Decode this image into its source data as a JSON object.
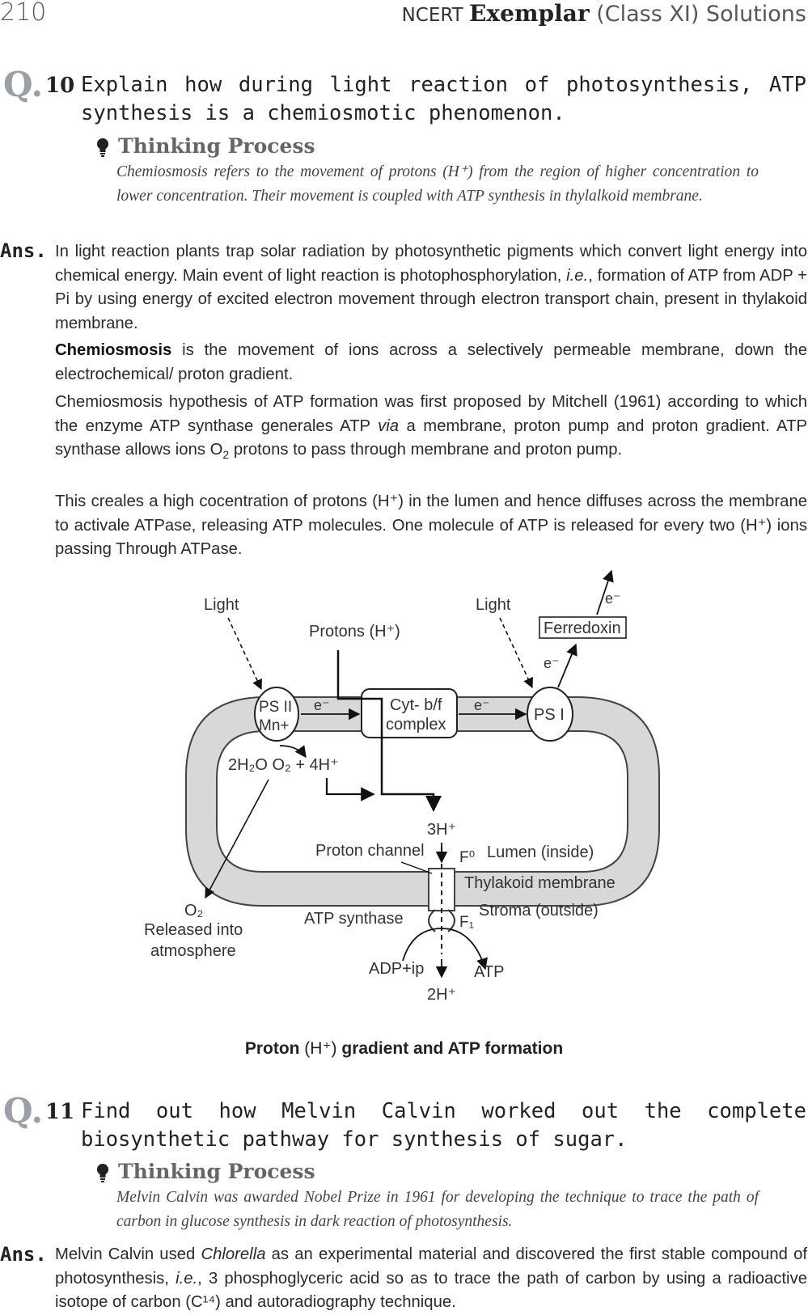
{
  "header": {
    "page_number": "210",
    "title_part1": "NCERT ",
    "title_part2": "Exemplar",
    "title_part3": " (Class XI) Solutions"
  },
  "q10": {
    "letter": "Q.",
    "number": "10",
    "text": "Explain how during light reaction of photosynthesis, ATP synthesis is a chemiosmotic phenomenon.",
    "thinking_title": "Thinking Process",
    "thinking_text": "Chemiosmosis refers to the movement of protons (H⁺) from the region of higher concentration to lower concentration. Their movement is coupled with ATP synthesis in thylalkoid membrane.",
    "ans_label": "Ans.",
    "ans_p1_a": "In light reaction plants trap solar radiation by photosynthetic pigments which convert light energy into chemical energy. Main event of light reaction is photophosphorylation, ",
    "ans_p1_ie": "i.e.",
    "ans_p1_b": ", formation of ATP from ADP + Pi by using energy of excited electron movement through electron transport chain, present in thylakoid membrane.",
    "ans_p2_bold": "Chemiosmosis",
    "ans_p2_rest": " is the movement of ions across a selectively permeable membrane, down the electrochemical/ proton gradient.",
    "ans_p3_a": "Chemiosmosis hypothesis of ATP formation was first proposed by Mitchell (1961) according to which the enzyme ATP synthase generales ATP ",
    "ans_p3_via": "via",
    "ans_p3_b": " a membrane, proton pump and proton gradient. ATP synthase allows ions O",
    "ans_p3_sub": "2",
    "ans_p3_c": " protons to pass through membrane and proton pump.",
    "ans_p4": "This creales a high cocentration of protons (H⁺) in the lumen and hence diffuses across the membrane to activale ATPase, releasing ATP molecules. One molecule of ATP is released for every two (H⁺) ions passing Through ATPase."
  },
  "diagram": {
    "light_left": "Light",
    "light_right": "Light",
    "protons": "Protons (H⁺)",
    "ferredoxin": "Ferredoxin",
    "e_minus": "e⁻",
    "ps2_line1": "PS II",
    "ps2_line2": "Mn+",
    "cyt_line1": "Cyt- b/f",
    "cyt_line2": "complex",
    "ps1": "PS I",
    "water_reaction": "2H₂O  O₂ + 4H⁺",
    "three_h": "3H⁺",
    "proton_channel": "Proton channel",
    "f0": "F⁰",
    "lumen": "Lumen (inside)",
    "thylakoid": "Thylakoid membrane",
    "stroma": "Stroma (outside)",
    "o2": "O₂",
    "released_1": "Released into",
    "released_2": "atmosphere",
    "atp_synthase": "ATP synthase",
    "f1": "F₁",
    "adp": "ADP+ip",
    "atp": "ATP",
    "two_h": "2H⁺",
    "caption_a": "Proton",
    "caption_b": " (H⁺) ",
    "caption_c": "gradient and ATP formation"
  },
  "q11": {
    "letter": "Q.",
    "number": "11",
    "text": "Find out how Melvin Calvin worked out the complete biosynthetic pathway for synthesis of sugar.",
    "thinking_title": "Thinking Process",
    "thinking_text": "Melvin Calvin was awarded Nobel Prize in 1961 for developing the technique to trace the path of carbon in glucose synthesis in dark reaction of photosynthesis.",
    "ans_label": "Ans.",
    "ans_p1_a": "Melvin Calvin used ",
    "ans_p1_chlorella": "Chlorella",
    "ans_p1_b": " as an experimental material and discovered the first stable compound of photosynthesis, ",
    "ans_p1_ie": "i.e.",
    "ans_p1_c": ", 3 phosphoglyceric acid so as to trace the path of carbon by using a radioactive isotope of carbon (C¹⁴) and autoradiography technique."
  }
}
